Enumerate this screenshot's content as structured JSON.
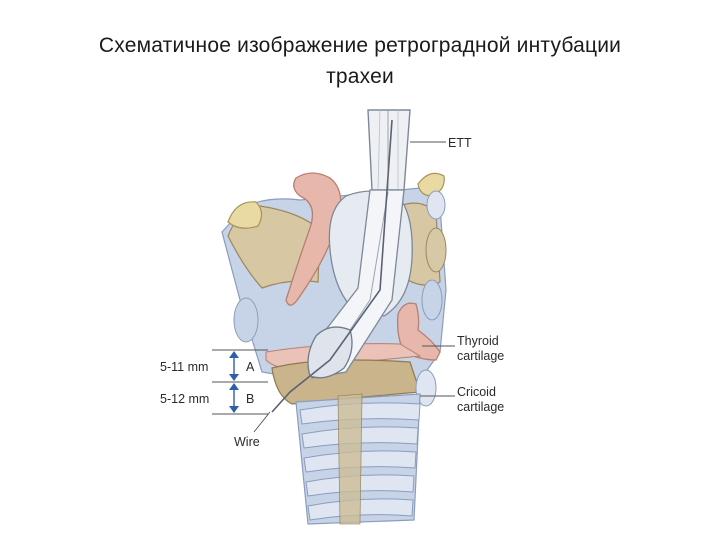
{
  "title": {
    "line1": "Схематичное изображение ретроградной интубации",
    "line2": "трахеи"
  },
  "labels": {
    "ett": "ETT",
    "thyroid_1": "Thyroid",
    "thyroid_2": "cartilage",
    "cricoid_1": "Cricoid",
    "cricoid_2": "cartilage",
    "wire": "Wire",
    "dim_a_value": "5-11 mm",
    "dim_a_letter": "A",
    "dim_b_value": "5-12 mm",
    "dim_b_letter": "B"
  },
  "colors": {
    "tissue_blue": "#c7d3e6",
    "tissue_blue_dark": "#9fb2d0",
    "cartilage_tan": "#c9b48c",
    "epiglottis_pink": "#e8b7ac",
    "ring_light": "#dfe6f2",
    "dim_arrow": "#2f5fa8"
  }
}
